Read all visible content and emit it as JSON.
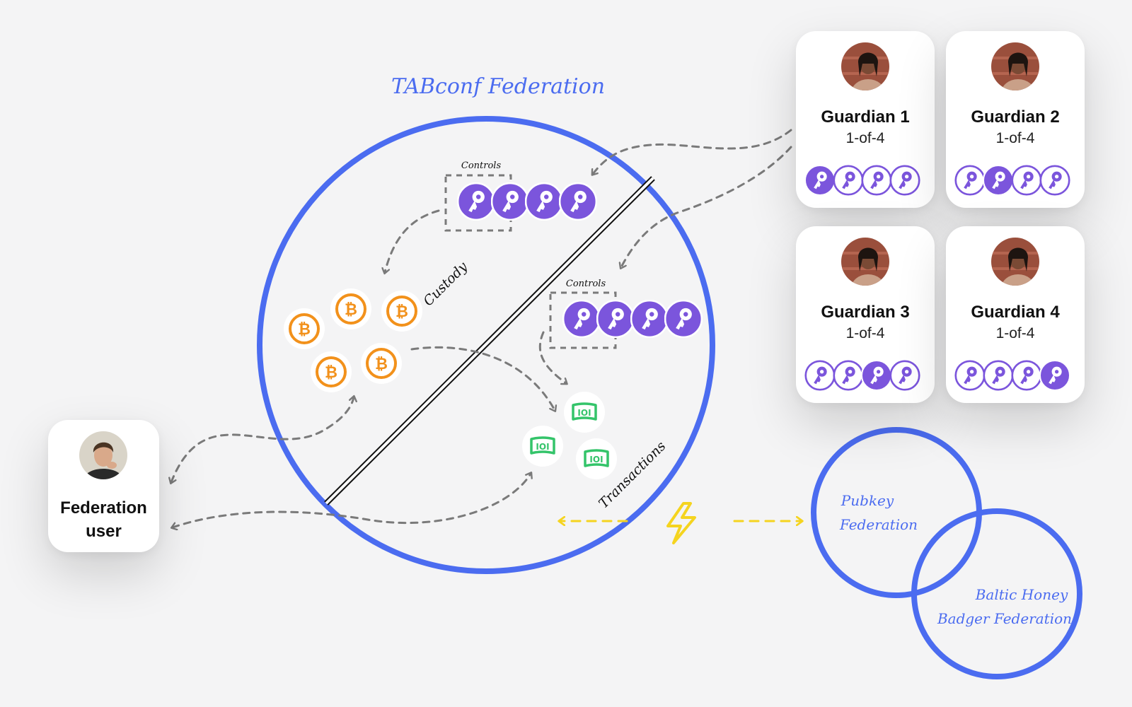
{
  "federation": {
    "title": "TABconf Federation",
    "controls_label": "Controls",
    "custody_label": "Custody",
    "transactions_label": "Transactions"
  },
  "guardians": [
    {
      "name": "Guardian 1",
      "threshold": "1-of-4"
    },
    {
      "name": "Guardian 2",
      "threshold": "1-of-4"
    },
    {
      "name": "Guardian 3",
      "threshold": "1-of-4"
    },
    {
      "name": "Guardian 4",
      "threshold": "1-of-4"
    }
  ],
  "user": {
    "label_line1": "Federation",
    "label_line2": "user"
  },
  "other_federations": {
    "pubkey_line1": "Pubkey",
    "pubkey_line2": "Federation",
    "baltic_line1": "Baltic Honey",
    "baltic_line2": "Badger Federation"
  },
  "colors": {
    "federation_blue": "#4b6cf0",
    "key_purple": "#7b55dc",
    "bitcoin_orange": "#f2911b",
    "ecash_green": "#34c46a",
    "lightning_yellow": "#f5d41f",
    "arrow_gray": "#7a7a7a"
  },
  "icons": [
    "key-icon",
    "bitcoin-icon",
    "ecash-icon",
    "lightning-icon",
    "avatar-photo"
  ]
}
